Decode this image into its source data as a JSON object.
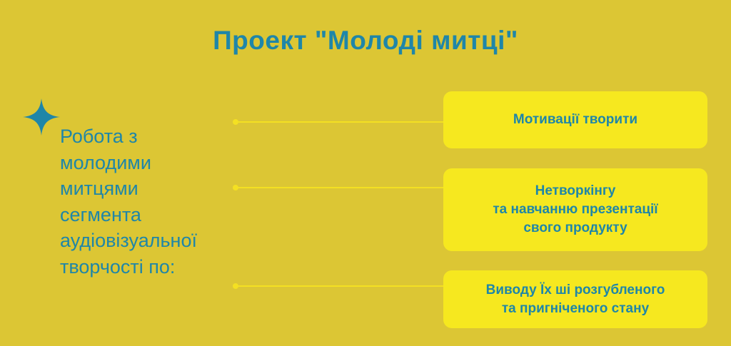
{
  "title": "Проект \"Молоді митці\"",
  "left_text": "Робота з\nмолодими\nмитцями\nсегмента\nаудіовізуальної\nтворчості по:",
  "items": [
    {
      "label": "Мотивації творити"
    },
    {
      "label": "Нетворкінгу\nта навчанню презентації\nсвого продукту"
    },
    {
      "label": "Виводу Їх ші розгубленого\nта пригніченого стану"
    }
  ],
  "colors": {
    "background": "#dcc634",
    "accent": "#1f86a8",
    "box": "#f6e81f",
    "connector": "#f4e022"
  },
  "icons": {
    "star": "four-point-star-icon"
  }
}
